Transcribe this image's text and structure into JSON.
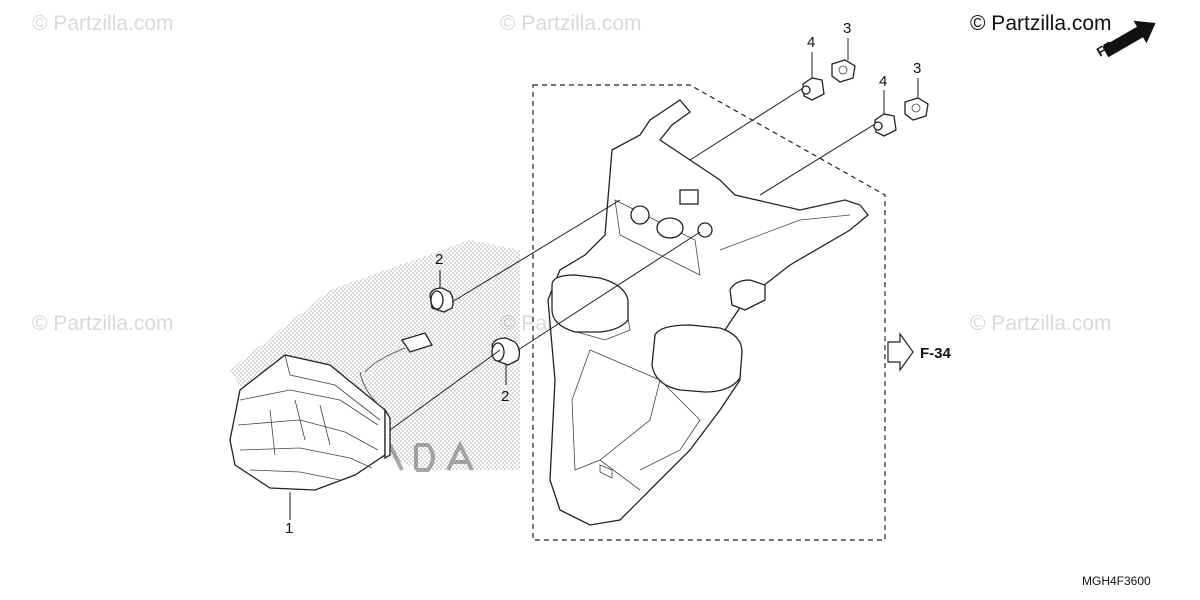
{
  "watermarks": [
    "© Partzilla.com",
    "© Partzilla.com",
    "© Partzilla.com",
    "© Partzilla.com",
    "© Partzilla.com"
  ],
  "brand": "© Partzilla.com",
  "direction_label": "FR.",
  "reference": "F-34",
  "diagram_code": "MGH4F3600",
  "background_logo": "HONDA",
  "callouts": [
    "1",
    "2",
    "2",
    "3",
    "3",
    "4",
    "4"
  ]
}
